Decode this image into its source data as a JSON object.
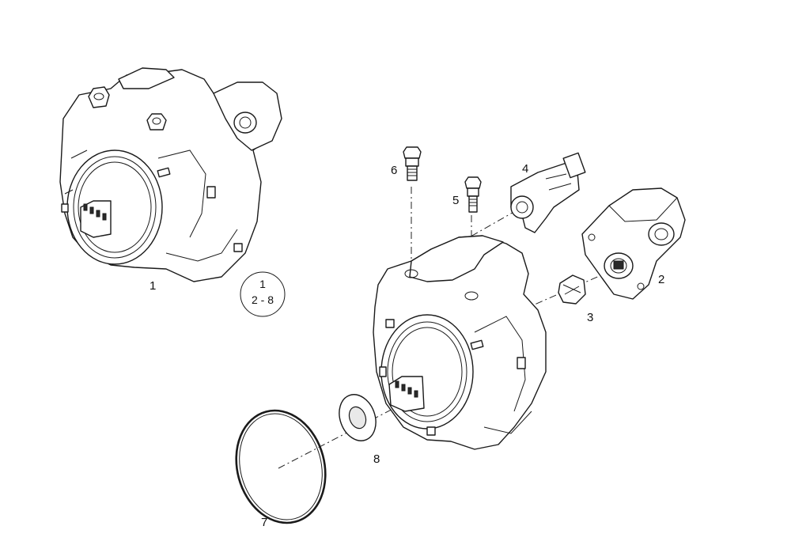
{
  "diagram": {
    "callouts": {
      "p1": "1",
      "p2": "2",
      "p3": "3",
      "p4": "4",
      "p5": "5",
      "p6": "6",
      "p7": "7",
      "p8": "8"
    },
    "assembly_ref": {
      "top": "1",
      "bottom": "2 - 8"
    }
  }
}
